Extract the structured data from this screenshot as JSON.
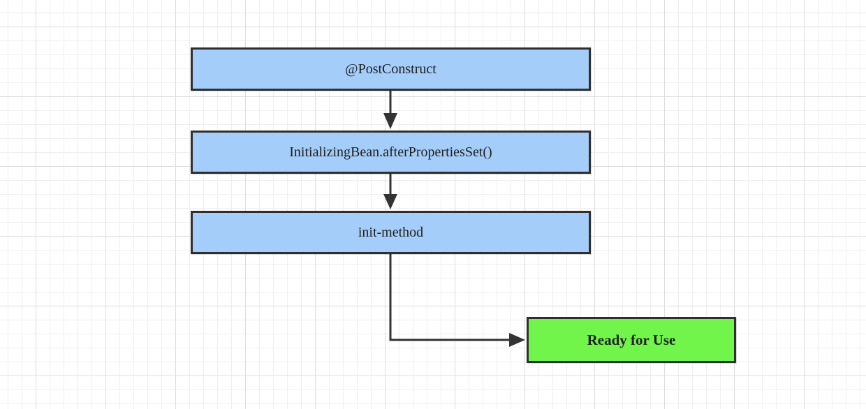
{
  "diagram": {
    "nodes": [
      {
        "id": "post-construct",
        "label": "@PostConstruct",
        "fill": "#a4cdf9"
      },
      {
        "id": "after-properties-set",
        "label": "InitializingBean.afterPropertiesSet()",
        "fill": "#a4cdf9"
      },
      {
        "id": "init-method",
        "label": "init-method",
        "fill": "#a4cdf9"
      },
      {
        "id": "ready",
        "label": "Ready for Use",
        "fill": "#71f54a"
      }
    ],
    "edges": [
      {
        "from": "post-construct",
        "to": "after-properties-set"
      },
      {
        "from": "after-properties-set",
        "to": "init-method"
      },
      {
        "from": "init-method",
        "to": "ready"
      }
    ],
    "colors": {
      "stroke": "#2f2f2f",
      "grid_major": "#dddddd",
      "grid_minor": "#efefef"
    }
  }
}
